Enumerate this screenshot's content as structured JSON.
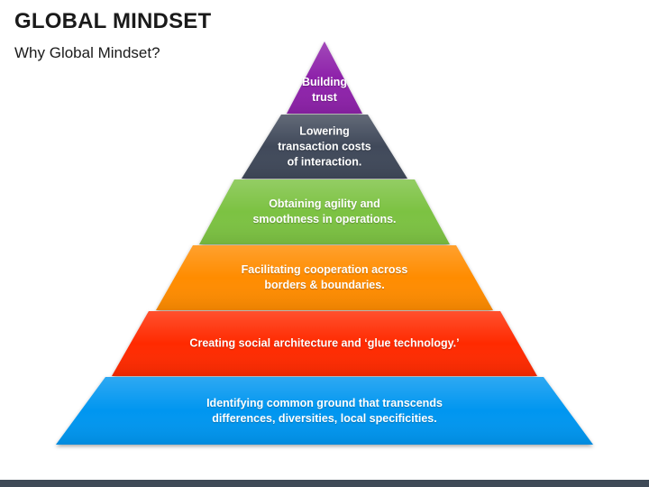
{
  "slide": {
    "title": "GLOBAL MINDSET",
    "subtitle": "Why Global Mindset?"
  },
  "pyramid": {
    "tiers": [
      {
        "label": "Building\ntrust",
        "color": "#8e24aa"
      },
      {
        "label": "Lowering\ntransaction costs\nof interaction.",
        "color": "#3f4a5a"
      },
      {
        "label": "Obtaining agility and\nsmoothness in operations.",
        "color": "#7cc242"
      },
      {
        "label": "Facilitating cooperation across\nborders & boundaries.",
        "color": "#ff8c00"
      },
      {
        "label": "Creating social architecture and ‘glue technology.’",
        "color": "#ff2a00"
      },
      {
        "label": "Identifying common ground that transcends\ndifferences, diversities, local specificities.",
        "color": "#0096f0"
      }
    ]
  },
  "footer": {
    "color": "#3f4a57"
  }
}
